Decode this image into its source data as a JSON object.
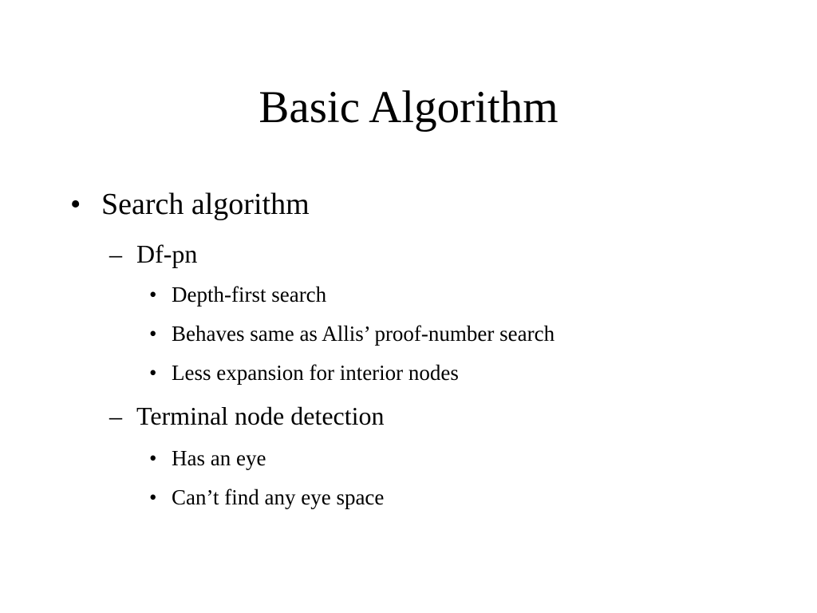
{
  "slide": {
    "title": "Basic Algorithm",
    "bullets": {
      "b1": {
        "marker": "•",
        "text": "Search algorithm"
      },
      "b1_1": {
        "marker": "–",
        "text": "Df-pn"
      },
      "b1_1_1": {
        "marker": "•",
        "text": "Depth-first search"
      },
      "b1_1_2": {
        "marker": "•",
        "text": "Behaves same as Allis’ proof-number search"
      },
      "b1_1_3": {
        "marker": "•",
        "text": "Less expansion for interior nodes"
      },
      "b1_2": {
        "marker": "–",
        "text": "Terminal node detection"
      },
      "b1_2_1": {
        "marker": "•",
        "text": "Has an eye"
      },
      "b1_2_2": {
        "marker": "•",
        "text": "Can’t find any eye space"
      }
    }
  }
}
